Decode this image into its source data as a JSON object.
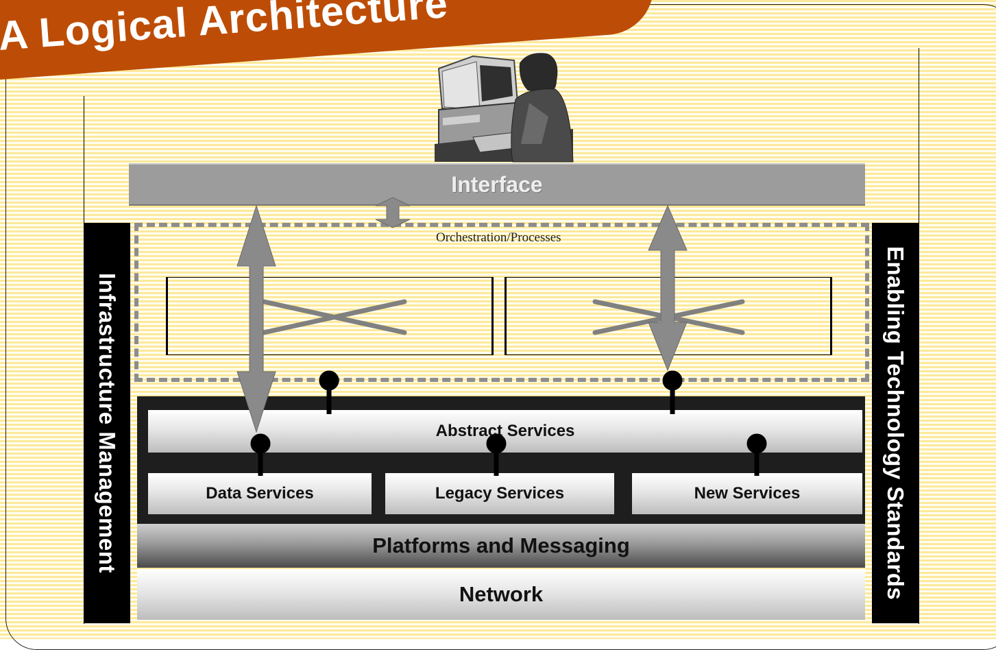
{
  "slide": {
    "title": "A Logical Architecture"
  },
  "diagram": {
    "interface_label": "Interface",
    "orchestration_label": "Orchestration/Processes",
    "abstract_services_label": "Abstract Services",
    "data_services_label": "Data Services",
    "legacy_services_label": "Legacy Services",
    "new_services_label": "New Services",
    "platforms_label": "Platforms and Messaging",
    "network_label": "Network",
    "left_bar_label": "Infrastructure Management",
    "right_bar_label": "Enabling Technology Standards"
  },
  "colors": {
    "banner": "#bd4d06",
    "background_stripe": "#fde99a",
    "interface_bar": "#9c9c9c",
    "arrow": "#8a8a8a"
  },
  "icons": {
    "user_figure": "person-at-computer-icon"
  }
}
